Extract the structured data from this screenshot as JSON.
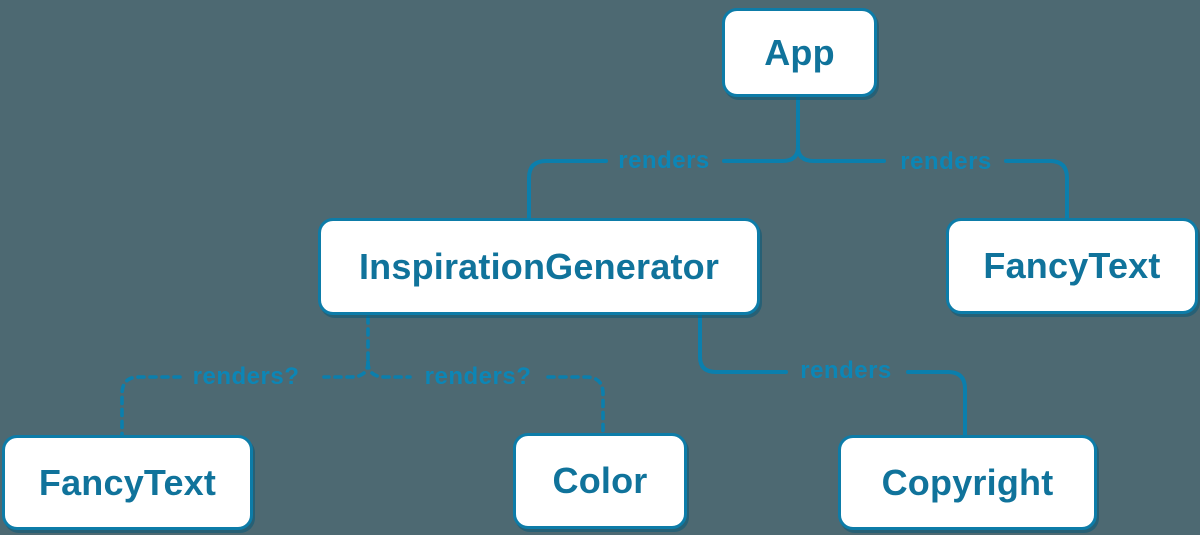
{
  "diagram": {
    "title": "render-tree-diagram",
    "colors": {
      "background": "#4d6972",
      "accent_line": "#0b7fad",
      "node_fill": "#ffffff",
      "node_border": "#0d7ca8",
      "node_text": "#10739b",
      "edge_label_text": "#0c86b6"
    },
    "nodes": [
      {
        "id": "app",
        "label": "App"
      },
      {
        "id": "inspiration-generator",
        "label": "InspirationGenerator"
      },
      {
        "id": "fancy-text-top",
        "label": "FancyText"
      },
      {
        "id": "fancy-text-bottom",
        "label": "FancyText"
      },
      {
        "id": "color",
        "label": "Color"
      },
      {
        "id": "copyright",
        "label": "Copyright"
      }
    ],
    "edges": [
      {
        "from": "App",
        "to": "InspirationGenerator",
        "label": "renders",
        "style": "solid"
      },
      {
        "from": "App",
        "to": "FancyText",
        "label": "renders",
        "style": "solid"
      },
      {
        "from": "InspirationGenerator",
        "to": "FancyText",
        "label": "renders?",
        "style": "dashed"
      },
      {
        "from": "InspirationGenerator",
        "to": "Color",
        "label": "renders?",
        "style": "dashed"
      },
      {
        "from": "InspirationGenerator",
        "to": "Copyright",
        "label": "renders",
        "style": "solid"
      }
    ]
  }
}
